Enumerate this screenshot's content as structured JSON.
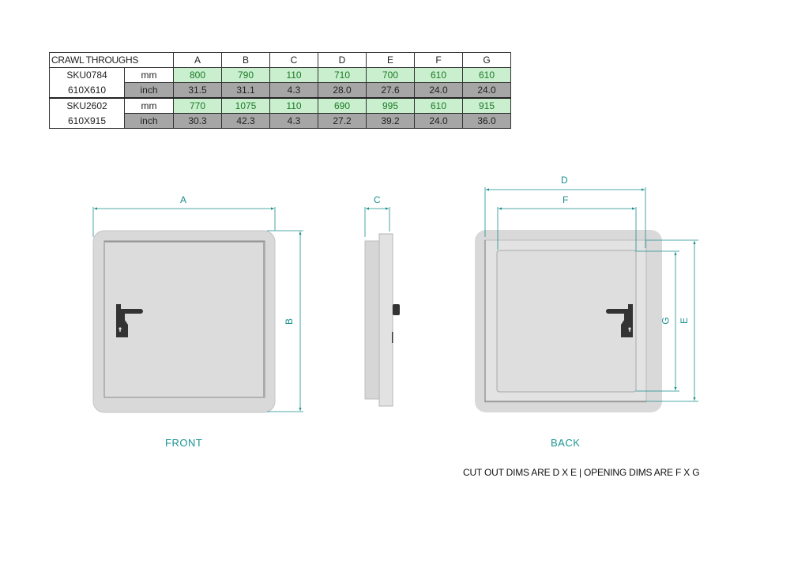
{
  "table": {
    "title": "CRAWL THROUGHS",
    "columns": [
      "A",
      "B",
      "C",
      "D",
      "E",
      "F",
      "G"
    ],
    "groups": [
      {
        "sku": "SKU0784",
        "size": "610X610",
        "rows": [
          {
            "unit": "mm",
            "values": [
              "800",
              "790",
              "110",
              "710",
              "700",
              "610",
              "610"
            ]
          },
          {
            "unit": "inch",
            "values": [
              "31.5",
              "31.1",
              "4.3",
              "28.0",
              "27.6",
              "24.0",
              "24.0"
            ]
          }
        ]
      },
      {
        "sku": "SKU2602",
        "size": "610X915",
        "rows": [
          {
            "unit": "mm",
            "values": [
              "770",
              "1075",
              "110",
              "690",
              "995",
              "610",
              "915"
            ]
          },
          {
            "unit": "inch",
            "values": [
              "30.3",
              "42.3",
              "4.3",
              "27.2",
              "39.2",
              "24.0",
              "36.0"
            ]
          }
        ]
      }
    ]
  },
  "views": {
    "front": {
      "label": "FRONT",
      "dims": {
        "width": "A",
        "height": "B"
      }
    },
    "side": {
      "dims": {
        "depth": "C"
      }
    },
    "back": {
      "label": "BACK",
      "dims": {
        "outer_width": "D",
        "inner_width": "F",
        "inner_height": "G",
        "outer_height": "E"
      }
    }
  },
  "note": "CUT OUT DIMS ARE D X E  |  OPENING DIMS ARE F X G",
  "colors": {
    "dimension": "#1a8e8e",
    "mm_fill": "#c9efcf",
    "mm_text": "#1e7a26",
    "inch_fill": "#a6a6a6"
  }
}
